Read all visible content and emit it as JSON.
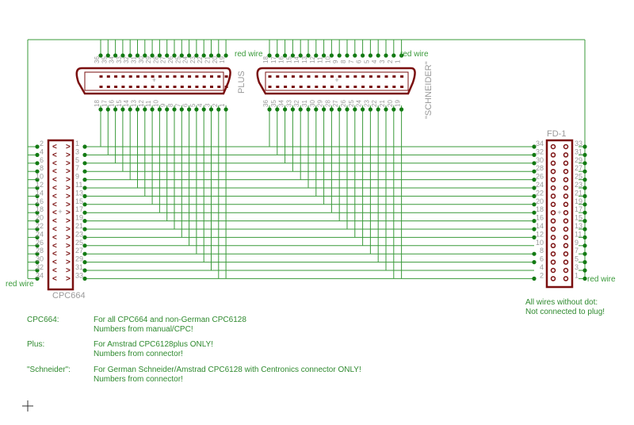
{
  "colors": {
    "wire": "#3a9a3a",
    "dot": "#137a13",
    "part": "#7a0f0f",
    "label": "#9a9a9a"
  },
  "connectors": {
    "cpc664": {
      "name": "CPC664",
      "left_pins": [
        "2",
        "4",
        "6",
        "8",
        "10",
        "12",
        "14",
        "16",
        "18",
        "20",
        "22",
        "24",
        "26",
        "28",
        "30",
        "32",
        "34"
      ],
      "right_pins": [
        "1",
        "3",
        "5",
        "7",
        "9",
        "11",
        "13",
        "15",
        "17",
        "19",
        "21",
        "23",
        "25",
        "27",
        "29",
        "31",
        "33"
      ],
      "red_wire": "red wire"
    },
    "fd1": {
      "name": "FD-1",
      "left_pins": [
        "34",
        "32",
        "30",
        "28",
        "26",
        "24",
        "22",
        "20",
        "18",
        "16",
        "14",
        "12",
        "10",
        "8",
        "6",
        "4",
        "2"
      ],
      "right_pins": [
        "33",
        "31",
        "29",
        "27",
        "25",
        "23",
        "21",
        "19",
        "17",
        "15",
        "13",
        "11",
        "9",
        "7",
        "5",
        "3",
        "1"
      ],
      "red_wire": "red wire"
    },
    "plus": {
      "name": "PLUS",
      "top_pins": [
        "36",
        "35",
        "34",
        "33",
        "32",
        "31",
        "30",
        "29",
        "28",
        "27",
        "26",
        "25",
        "24",
        "23",
        "22",
        "21",
        "20",
        "19"
      ],
      "bottom_pins": [
        "18",
        "17",
        "16",
        "15",
        "14",
        "13",
        "12",
        "11",
        "10",
        "9",
        "8",
        "7",
        "6",
        "5",
        "4",
        "3",
        "2",
        "1"
      ],
      "red_wire": "red wire"
    },
    "schneider": {
      "name": "\"SCHNEIDER\"",
      "top_pins": [
        "18",
        "17",
        "16",
        "15",
        "14",
        "13",
        "12",
        "11",
        "10",
        "9",
        "8",
        "7",
        "6",
        "5",
        "4",
        "3",
        "2",
        "1"
      ],
      "bottom_pins": [
        "36",
        "35",
        "34",
        "33",
        "32",
        "31",
        "30",
        "29",
        "28",
        "27",
        "26",
        "25",
        "24",
        "23",
        "22",
        "21",
        "20",
        "19"
      ],
      "red_wire": "red wire"
    }
  },
  "legend_note": [
    "All wires without dot:",
    "Not connected to plug!"
  ],
  "notes": [
    {
      "key": "CPC664:",
      "lines": [
        "For all CPC664 and non-German CPC6128",
        "Numbers from manual/CPC!"
      ]
    },
    {
      "key": "Plus:",
      "lines": [
        "For Amstrad CPC6128plus ONLY!",
        "Numbers from connector!"
      ]
    },
    {
      "key": "\"Schneider\":",
      "lines": [
        "For German Schneider/Amstrad CPC6128 with Centronics connector ONLY!",
        "Numbers from connector!"
      ]
    }
  ]
}
